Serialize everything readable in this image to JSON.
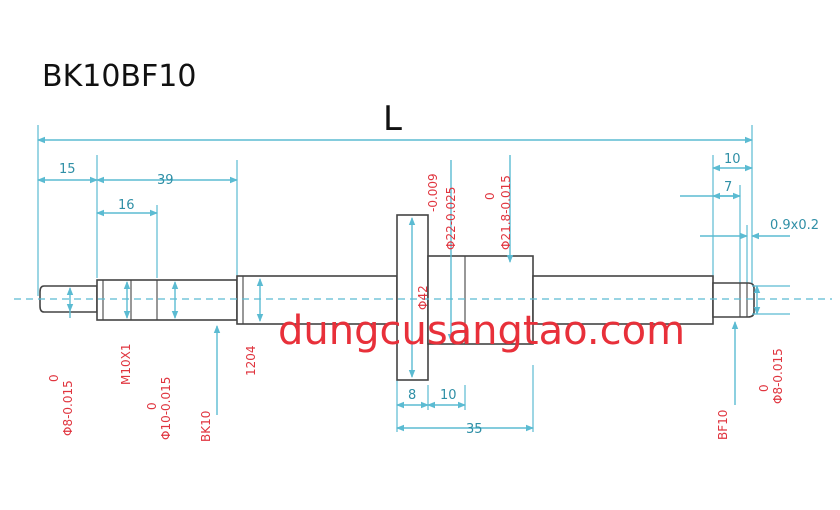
{
  "title": "BK10BF10",
  "overall_length_label": "L",
  "watermark": "dungcusangtao.com",
  "dimensions": {
    "d15": "15",
    "d39": "39",
    "d16": "16",
    "d10_right": "10",
    "d7": "7",
    "chamfer": "0.9x0.2",
    "d8_flange": "8",
    "d10_flange": "10",
    "d35": "35"
  },
  "tolerances": {
    "left_shaft": {
      "upper": "0",
      "lower": "Φ8-0.015"
    },
    "mid_shaft": {
      "upper": "0",
      "lower": "Φ10-0.015"
    },
    "thread": "M10X1",
    "length_1204": "1204",
    "bearing_bk": "BK10",
    "flange_d42": "Φ42",
    "nut_d22": {
      "upper": "-0.009",
      "lower": "Φ22-0.025"
    },
    "nut_d218": {
      "upper": "0",
      "lower": "Φ21.8-0.015"
    },
    "bearing_bf": "BF10",
    "right_shaft": {
      "upper": "0",
      "lower": "Φ8-0.015"
    }
  },
  "colors": {
    "dimension": "#5bbbd2",
    "tolerance_text": "#e0353f",
    "outline": "#444444",
    "watermark": "#e8303a"
  }
}
